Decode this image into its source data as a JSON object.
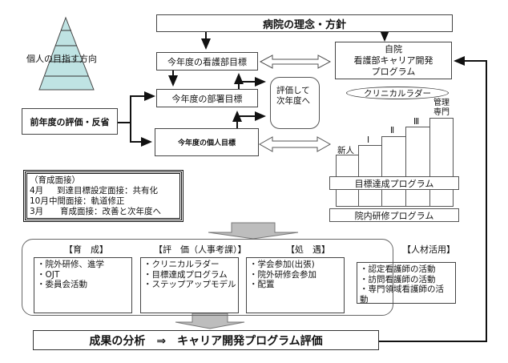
{
  "colors": {
    "pyramid_fill": "#bfe3e3",
    "arrow_gray": "#bdbdbd",
    "line": "#111111"
  },
  "pyramid": {
    "label": "個人の目指す方向"
  },
  "top": {
    "philosophy": "病院の理念・方針",
    "career_program": [
      "自院",
      "看護部キャリア開発",
      "プログラム"
    ]
  },
  "goals": {
    "nursing_dept": "今年度の看護部目標",
    "department": "今年度の部署目標",
    "individual": "今年度の個人目標"
  },
  "review": {
    "previous_year": "前年度の評価・反省",
    "evaluate_next": [
      "評価して",
      "次年度へ"
    ]
  },
  "interview": {
    "title": "（育成面接）",
    "rows": [
      {
        "month": "4月",
        "text": "到達目標設定面接：共有化"
      },
      {
        "month": "10月",
        "text": "中間面接：軌道修正"
      },
      {
        "month": "3月",
        "text": "育成面接：改善と次年度へ"
      }
    ]
  },
  "ladder": {
    "title": "クリニカルラダー",
    "levels": [
      "新人",
      "Ⅰ",
      "Ⅱ",
      "Ⅲ",
      "管理\n専門"
    ],
    "level_lines": [
      [
        "新人"
      ],
      [
        "Ⅰ"
      ],
      [
        "Ⅱ"
      ],
      [
        "Ⅲ"
      ],
      [
        "管理",
        "専門"
      ]
    ],
    "goal_program": "目標達成プログラム",
    "inhouse_program": "院内研修プログラム"
  },
  "categories": [
    {
      "heading": "【育　成】",
      "items": [
        "・院外研修、進学",
        "・OJT",
        "・委員会活動"
      ]
    },
    {
      "heading": "【評　価（人事考課）】",
      "items": [
        "・クリニカルラダー",
        "・目標達成プログラム",
        "・ステップアップモデル"
      ]
    },
    {
      "heading": "【処　遇】",
      "items": [
        "・学会参加(出張)",
        "・院外研修会参加",
        "・配置"
      ]
    },
    {
      "heading": "【人材活用】",
      "items": [
        "・認定看護師の活動",
        "・訪問看護師の活動",
        "・専門領域看護師の活",
        "動"
      ]
    }
  ],
  "result": {
    "text": "成果の分析　⇒　キャリア開発プログラム評価"
  }
}
